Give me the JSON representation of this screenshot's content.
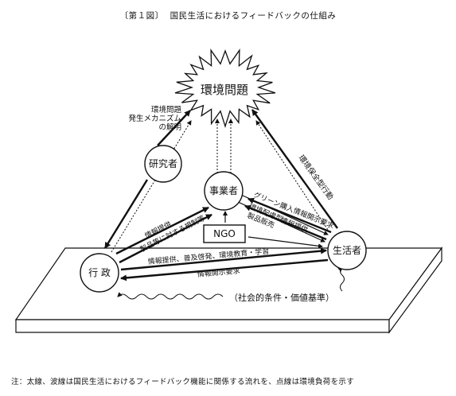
{
  "figure": {
    "tag": "〔第１図〕",
    "title": "国民生活におけるフィードバックの仕組み"
  },
  "nodes": {
    "env": "環境問題",
    "research": "研究者",
    "business": "事業者",
    "ngo": "NGO",
    "government": "行 政",
    "consumer": "生活者",
    "social": "（社会的条件・価値基準）"
  },
  "labels": {
    "research_to_env": [
      "環境問題",
      "発生メカニズム",
      "の解明"
    ],
    "consumer_to_env": "環境保全型行動",
    "gov_to_business_1": "情報提供",
    "gov_to_business_2": "製品等に対する規制等",
    "business_consumer_1": "グリーン購入",
    "business_consumer_2": "情報開示要求",
    "business_consumer_3": "環境配慮型",
    "business_consumer_4": "製品販売",
    "business_consumer_5": "情報提供",
    "gov_to_consumer": "情報提供、普及啓発、環境教育・学習",
    "consumer_to_gov": "情報開示要求"
  },
  "note": "注：太線、波線は国民生活におけるフィードバック機能に関係する流れを、点線は環境負荷を示す"
}
